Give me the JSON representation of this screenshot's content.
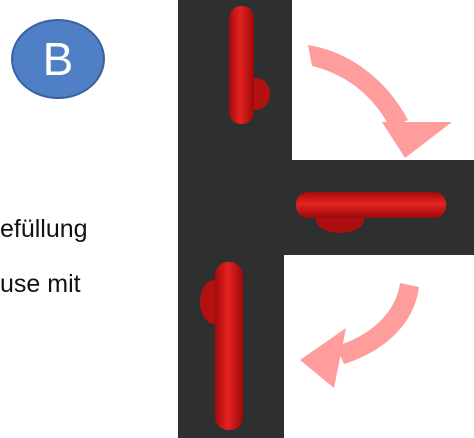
{
  "badge": {
    "letter": "B",
    "color": "#4f7fc4"
  },
  "caption": {
    "line1": "efüllung",
    "line2": "use mit"
  },
  "panels": [
    {
      "name": "clip-vertical-top",
      "orientation": "vertical"
    },
    {
      "name": "clip-horizontal",
      "orientation": "horizontal"
    },
    {
      "name": "clip-vertical-bottom",
      "orientation": "vertical"
    }
  ],
  "arrows": [
    {
      "name": "rotate-clockwise-arrow-top",
      "color": "#ff9d9d"
    },
    {
      "name": "rotate-clockwise-arrow-bottom",
      "color": "#ff9d9d"
    }
  ],
  "colors": {
    "panel": "#2e2f2f",
    "clip": "#d91818",
    "arrow": "#ff9d9d"
  }
}
